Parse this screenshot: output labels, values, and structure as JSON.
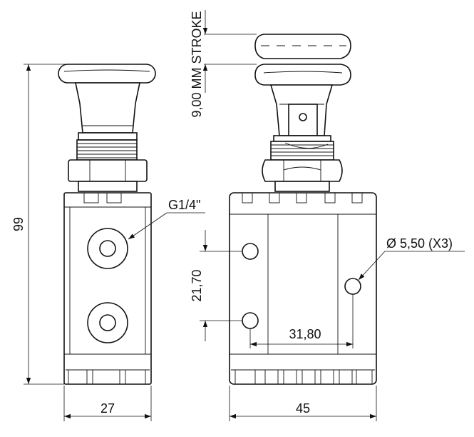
{
  "dimensions": {
    "height_total": "99",
    "width_side": "27",
    "width_front": "45",
    "stroke": "9,00 MM STROKE",
    "hole_spacing_vertical": "21,70",
    "hole_spacing_horizontal": "31,80",
    "hole_diameter": "Ø 5,50 (X3)"
  },
  "callouts": {
    "port_thread": "G1/4\""
  },
  "colors": {
    "line": "#111111",
    "background": "#ffffff"
  }
}
